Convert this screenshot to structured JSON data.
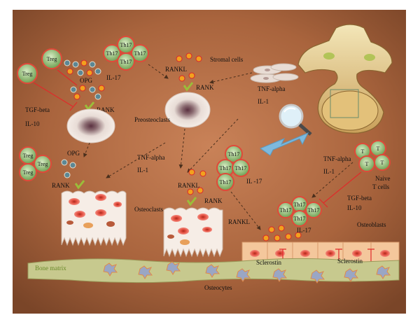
{
  "colors": {
    "background_outer": "#7a4528",
    "background_inner": "#b36d45",
    "bone_matrix": "#c7c98e",
    "cell_red": "#e0493a",
    "cell_orange": "#f2a11e",
    "tcell_green": "#8cba6e",
    "arrow_blue": "#7eb9dd"
  },
  "icons": [
    "vertebra-image",
    "magnifier-icon",
    "rank-receptor-icon"
  ],
  "labels": {
    "treg": "Treg",
    "th17": "Th17",
    "t": "T",
    "opg": "OPG",
    "rank": "RANK",
    "rankl": "RANKL",
    "il17": "IL-17",
    "il17_spaced": "IL -17",
    "stromal_cells": "Stromal cells",
    "tnf_alpha": "TNF-alpha",
    "il1": "IL-1",
    "tgf_beta": "TGF-beta",
    "il10": "IL-10",
    "preosteoclasts": "Preosteoclasts",
    "osteoclasts": "Osteoclasts",
    "osteoblasts": "Osteoblasts",
    "osteocytes": "Osteocytes",
    "sclerostin": "Sclerostin",
    "naive_t_cells_1": "Naive",
    "naive_t_cells_2": "T cells",
    "bone_matrix": "Bone matrix"
  }
}
